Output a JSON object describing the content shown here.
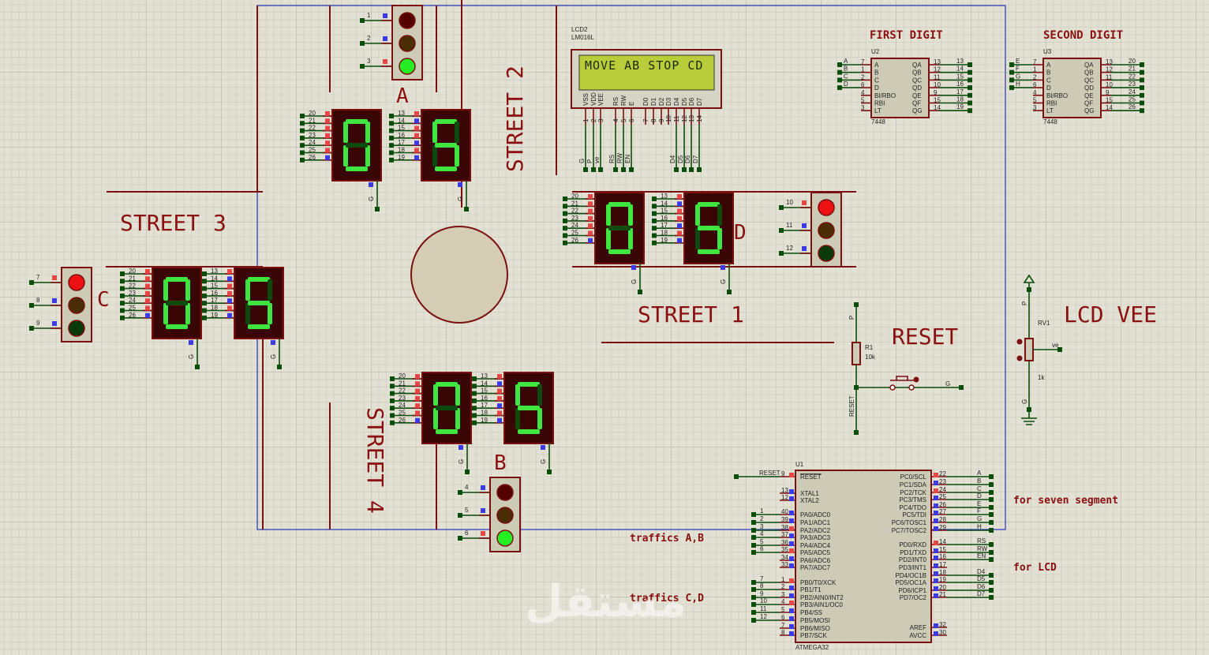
{
  "lcd": {
    "ref": "LCD2",
    "model": "LM016L",
    "display_text": "MOVE AB STOP CD",
    "pins": [
      "VSS",
      "VDD",
      "VEE",
      "RS",
      "RW",
      "E",
      "D0",
      "D1",
      "D2",
      "D3",
      "D4",
      "D5",
      "D6",
      "D7"
    ],
    "pin_numbers": [
      "1",
      "2",
      "3",
      "4",
      "5",
      "6",
      "7",
      "8",
      "9",
      "10",
      "11",
      "12",
      "13",
      "14"
    ],
    "net_labels": [
      "G",
      "P",
      "ve",
      "RS",
      "RW",
      "EN",
      "D4",
      "D5",
      "D6",
      "D7"
    ]
  },
  "decoders": [
    {
      "title": "FIRST DIGIT",
      "ref": "U2",
      "part": "7448",
      "inputs": [
        "A",
        "B",
        "C",
        "D",
        "BI/RBO",
        "RBI",
        "LT"
      ],
      "input_pins": [
        "7",
        "1",
        "2",
        "6",
        "4",
        "5",
        "3"
      ],
      "input_nets": [
        "A",
        "B",
        "C",
        "D"
      ],
      "outputs": [
        "QA",
        "QB",
        "QC",
        "QD",
        "QE",
        "QF",
        "QG"
      ],
      "output_pins": [
        "13",
        "12",
        "11",
        "10",
        "9",
        "15",
        "14"
      ],
      "output_nets": [
        "13",
        "14",
        "15",
        "16",
        "17",
        "18",
        "19"
      ]
    },
    {
      "title": "SECOND DIGIT",
      "ref": "U3",
      "part": "7448",
      "inputs": [
        "A",
        "B",
        "C",
        "D",
        "BI/RBO",
        "RBI",
        "LT"
      ],
      "input_pins": [
        "7",
        "1",
        "2",
        "6",
        "4",
        "5",
        "3"
      ],
      "input_nets": [
        "E",
        "F",
        "G",
        "H"
      ],
      "outputs": [
        "QA",
        "QB",
        "QC",
        "QD",
        "QE",
        "QF",
        "QG"
      ],
      "output_pins": [
        "13",
        "12",
        "11",
        "10",
        "9",
        "15",
        "14"
      ],
      "output_nets": [
        "20",
        "21",
        "22",
        "23",
        "24",
        "25",
        "26"
      ]
    }
  ],
  "streets": [
    "STREET 1",
    "STREET 2",
    "STREET 3",
    "STREET 4"
  ],
  "traffic_lights": [
    {
      "name": "A",
      "pins": [
        "1",
        "2",
        "3"
      ],
      "active": "green"
    },
    {
      "name": "B",
      "pins": [
        "4",
        "5",
        "6"
      ],
      "active": "green"
    },
    {
      "name": "C",
      "pins": [
        "7",
        "8",
        "9"
      ],
      "active": "red"
    },
    {
      "name": "D",
      "pins": [
        "10",
        "11",
        "12"
      ],
      "active": "red"
    }
  ],
  "displays": [
    {
      "name": "A",
      "digits": [
        "0",
        "5"
      ]
    },
    {
      "name": "B",
      "digits": [
        "0",
        "5"
      ]
    },
    {
      "name": "C",
      "digits": [
        "0",
        "5"
      ]
    },
    {
      "name": "D",
      "digits": [
        "0",
        "5"
      ]
    }
  ],
  "segment_pins": {
    "tens": [
      "20",
      "21",
      "22",
      "23",
      "24",
      "25",
      "26"
    ],
    "ones": [
      "13",
      "14",
      "15",
      "16",
      "17",
      "18",
      "19"
    ],
    "common": "G"
  },
  "reset_circuit": {
    "title": "RESET",
    "resistor_ref": "R1",
    "resistor_value": "10k",
    "net_top": "P",
    "net_bottom": "RESET",
    "switch_net": "G"
  },
  "pot": {
    "title": "LCD VEE",
    "ref": "RV1",
    "value": "1k",
    "net_top": "P",
    "net_wiper": "ve",
    "net_bottom": "G"
  },
  "mcu": {
    "ref": "U1",
    "part": "ATMEGA32",
    "left_pins": [
      {
        "num": "9",
        "name": "RESET",
        "net": "RESET"
      },
      {
        "num": "13",
        "name": "XTAL1",
        "net": ""
      },
      {
        "num": "12",
        "name": "XTAL2",
        "net": ""
      },
      {
        "num": "40",
        "name": "PA0/ADC0",
        "net": "1"
      },
      {
        "num": "39",
        "name": "PA1/ADC1",
        "net": "2"
      },
      {
        "num": "38",
        "name": "PA2/ADC2",
        "net": "3"
      },
      {
        "num": "37",
        "name": "PA3/ADC3",
        "net": "4"
      },
      {
        "num": "36",
        "name": "PA4/ADC4",
        "net": "5"
      },
      {
        "num": "35",
        "name": "PA5/ADC5",
        "net": "6"
      },
      {
        "num": "34",
        "name": "PA6/ADC6",
        "net": ""
      },
      {
        "num": "33",
        "name": "PA7/ADC7",
        "net": ""
      },
      {
        "num": "1",
        "name": "PB0/T0/XCK",
        "net": "7"
      },
      {
        "num": "2",
        "name": "PB1/T1",
        "net": "8"
      },
      {
        "num": "3",
        "name": "PB2/AIN0/INT2",
        "net": "9"
      },
      {
        "num": "4",
        "name": "PB3/AIN1/OC0",
        "net": "10"
      },
      {
        "num": "5",
        "name": "PB4/SS",
        "net": "11"
      },
      {
        "num": "6",
        "name": "PB5/MOSI",
        "net": "12"
      },
      {
        "num": "7",
        "name": "PB6/MISO",
        "net": ""
      },
      {
        "num": "8",
        "name": "PB7/SCK",
        "net": ""
      }
    ],
    "right_pins": [
      {
        "num": "22",
        "name": "PC0/SCL",
        "net": "A"
      },
      {
        "num": "23",
        "name": "PC1/SDA",
        "net": "B"
      },
      {
        "num": "24",
        "name": "PC2/TCK",
        "net": "C"
      },
      {
        "num": "25",
        "name": "PC3/TMS",
        "net": "D"
      },
      {
        "num": "26",
        "name": "PC4/TDO",
        "net": "E"
      },
      {
        "num": "27",
        "name": "PC5/TDI",
        "net": "F"
      },
      {
        "num": "28",
        "name": "PC6/TOSC1",
        "net": "G"
      },
      {
        "num": "29",
        "name": "PC7/TOSC2",
        "net": "H"
      },
      {
        "num": "14",
        "name": "PD0/RXD",
        "net": "RS"
      },
      {
        "num": "15",
        "name": "PD1/TXD",
        "net": "RW"
      },
      {
        "num": "16",
        "name": "PD2/INT0",
        "net": "EN"
      },
      {
        "num": "17",
        "name": "PD3/INT1",
        "net": ""
      },
      {
        "num": "18",
        "name": "PD4/OC1B",
        "net": "D4"
      },
      {
        "num": "19",
        "name": "PD5/OC1A",
        "net": "D5"
      },
      {
        "num": "20",
        "name": "PD6/ICP1",
        "net": "D6"
      },
      {
        "num": "21",
        "name": "PD7/OC2",
        "net": "D7"
      },
      {
        "num": "32",
        "name": "AREF",
        "net": ""
      },
      {
        "num": "30",
        "name": "AVCC",
        "net": ""
      }
    ]
  },
  "notes": {
    "seven_segment": "for seven segment",
    "lcd": "for LCD",
    "traffics_ab": "traffics  A,B",
    "traffics_cd": "traffics  C,D"
  },
  "watermark": "مستقل",
  "colors": {
    "wire": "#0b4d0b",
    "body": "#7a1010",
    "chip_fill": "#cdcbb6",
    "border": "#2233bb",
    "seg_on": "#3fe63f",
    "seg_off": "#0d4a0d",
    "display_bg": "#3a0505",
    "lcd_bg": "#b9cc3a",
    "red_on": "#ee1111",
    "green_on": "#22dd22"
  }
}
